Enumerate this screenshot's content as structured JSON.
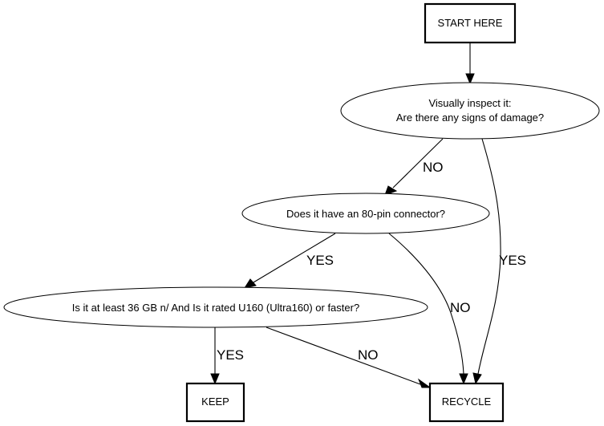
{
  "nodes": {
    "start": "START HERE",
    "inspect_line1": "Visually inspect it:",
    "inspect_line2": "Are there any signs of damage?",
    "connector": "Does it have an 80-pin connector?",
    "capacity": "Is it at least 36 GB n/ And Is it rated U160 (Ultra160) or faster?",
    "keep": "KEEP",
    "recycle": "RECYCLE"
  },
  "edges": {
    "inspect_to_connector": "NO",
    "inspect_to_recycle": "YES",
    "connector_to_capacity": "YES",
    "connector_to_recycle": "NO",
    "capacity_to_keep": "YES",
    "capacity_to_recycle": "NO"
  }
}
